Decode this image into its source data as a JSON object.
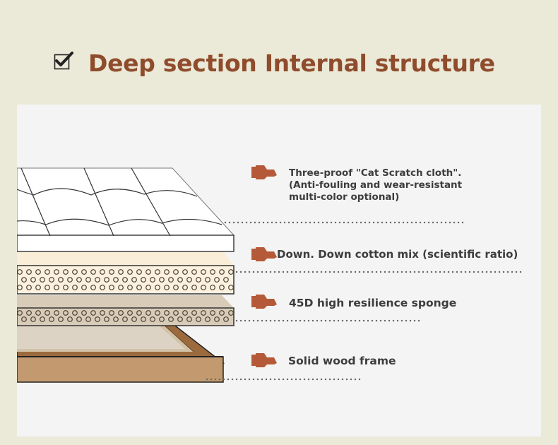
{
  "header": {
    "icon": "checkbox-checked-icon",
    "title": "Deep section Internal structure"
  },
  "colors": {
    "page_background": "#ebe9d8",
    "panel_background": "#f4f4f4",
    "title": "#8f4c2c",
    "marker": "#b55a38",
    "label_text": "#3d3d3d",
    "cloth_layer": "#ffffff",
    "down_layer": "#fcf0de",
    "sponge_layer": "#e0d5c2",
    "frame_wood": "#c59a6e",
    "frame_dark": "#9a6a3c"
  },
  "layers": [
    {
      "id": "cloth",
      "marker_icon": "pointing-hand-icon",
      "lines": [
        "Three-proof \"Cat Scratch cloth\".",
        "(Anti-fouling and wear-resistant",
        "multi-color optional)"
      ]
    },
    {
      "id": "down",
      "marker_icon": "pointing-hand-icon",
      "lines": [
        "Down. Down cotton mix (scientific ratio)"
      ]
    },
    {
      "id": "sponge",
      "marker_icon": "pointing-hand-icon",
      "lines": [
        "45D high resilience sponge"
      ]
    },
    {
      "id": "frame",
      "marker_icon": "pointing-hand-icon",
      "lines": [
        "Solid wood frame"
      ]
    }
  ]
}
